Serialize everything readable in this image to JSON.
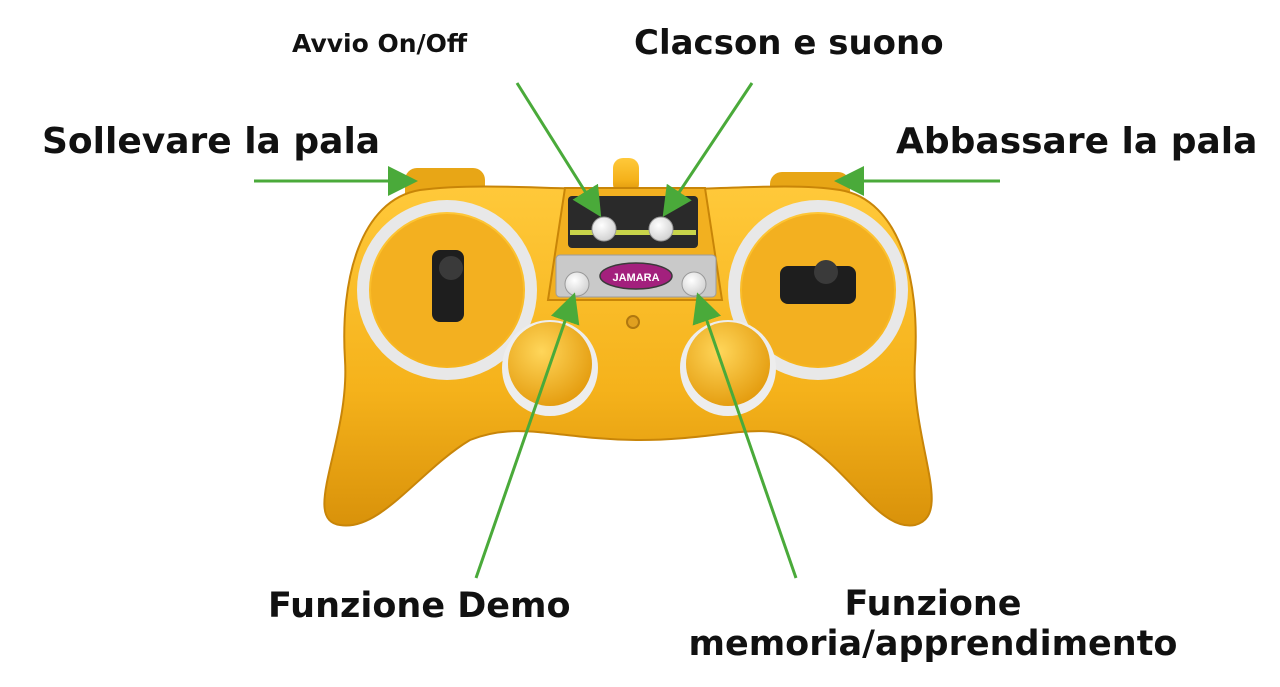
{
  "labels": {
    "power": "Avvio On/Off",
    "horn": "Clacson e suono",
    "raise_shovel": "Sollevare la pala",
    "lower_shovel": "Abbassare la pala",
    "demo": "Funzione Demo",
    "memory_line1": "Funzione",
    "memory_line2": "memoria/apprendimento"
  },
  "brand": "JAMARA",
  "colors": {
    "body": "#f5b21b",
    "body_dark": "#d9920a",
    "arrow": "#4aaa3a",
    "ring": "#e8e8e8",
    "text": "#111111"
  }
}
